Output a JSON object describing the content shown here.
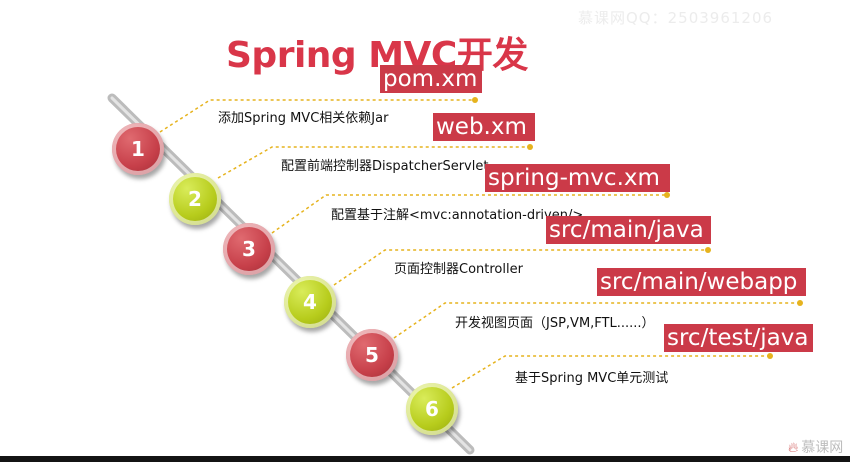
{
  "watermark": "慕课网QQ：2503961206",
  "title": "Spring MVC开发",
  "steps": [
    {
      "number": "1",
      "label": "添加Spring MVC相关依赖Jar",
      "file": "pom.xm",
      "color": "#c7404a"
    },
    {
      "number": "2",
      "label": "配置前端控制器DispatcherServlet",
      "file": "web.xm",
      "color": "#b7cc1c"
    },
    {
      "number": "3",
      "label": "配置基于注解<mvc:annotation-driven/>",
      "file": "spring-mvc.xm",
      "color": "#c7404a"
    },
    {
      "number": "4",
      "label": "页面控制器Controller",
      "file": "src/main/java",
      "color": "#b7cc1c"
    },
    {
      "number": "5",
      "label": "开发视图页面（JSP,VM,FTL......）",
      "file": "src/main/webapp",
      "color": "#c7404a"
    },
    {
      "number": "6",
      "label": "基于Spring MVC单元测试",
      "file": "src/test/java",
      "color": "#b7cc1c"
    }
  ],
  "logo": "慕课网"
}
